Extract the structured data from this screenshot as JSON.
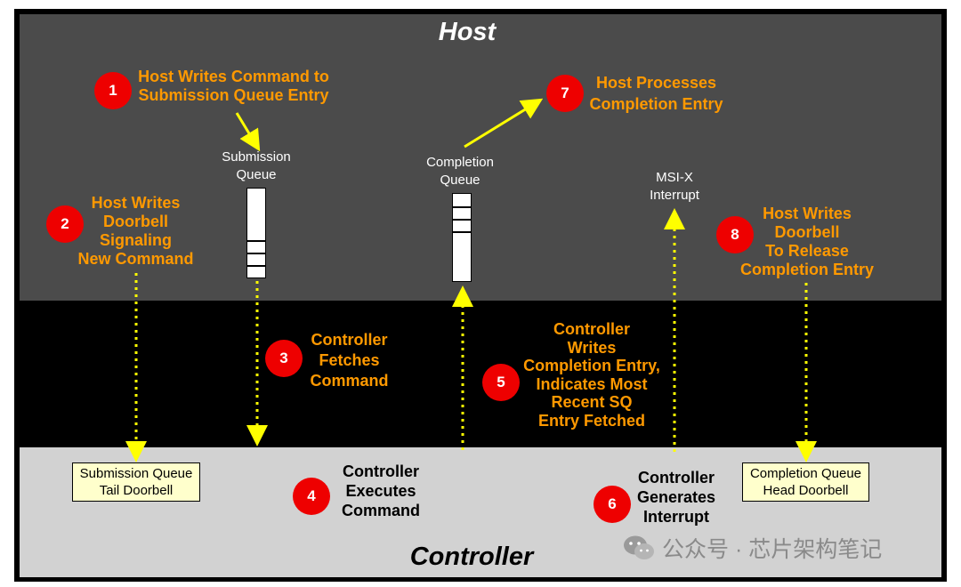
{
  "zones": {
    "host": "Host",
    "controller": "Controller"
  },
  "queues": {
    "submission": [
      "Submission",
      "Queue"
    ],
    "completion": [
      "Completion",
      "Queue"
    ],
    "msix": [
      "MSI-X",
      "Interrupt"
    ]
  },
  "steps": [
    {
      "num": "1",
      "lines": [
        "Host Writes Command to",
        "Submission Queue Entry"
      ]
    },
    {
      "num": "2",
      "lines": [
        "Host Writes",
        "Doorbell",
        "Signaling",
        "New Command"
      ]
    },
    {
      "num": "3",
      "lines": [
        "Controller",
        "Fetches",
        "Command"
      ]
    },
    {
      "num": "4",
      "lines": [
        "Controller",
        "Executes",
        "Command"
      ]
    },
    {
      "num": "5",
      "lines": [
        "Controller",
        "Writes",
        "Completion Entry,",
        "Indicates Most",
        "Recent SQ",
        "Entry Fetched"
      ]
    },
    {
      "num": "6",
      "lines": [
        "Controller",
        "Generates",
        "Interrupt"
      ]
    },
    {
      "num": "7",
      "lines": [
        "Host Processes",
        "Completion Entry"
      ]
    },
    {
      "num": "8",
      "lines": [
        "Host Writes",
        "Doorbell",
        "To Release",
        "Completion Entry"
      ]
    }
  ],
  "doorbells": {
    "sq_tail": [
      "Submission Queue",
      "Tail Doorbell"
    ],
    "cq_head": [
      "Completion Queue",
      "Head Doorbell"
    ]
  },
  "watermark": "公众号 · 芯片架构笔记",
  "colors": {
    "accent": "#ff9900",
    "arrow": "#ffff00",
    "step_circle": "#ee0000",
    "doorbell_fill": "#ffffcc"
  }
}
